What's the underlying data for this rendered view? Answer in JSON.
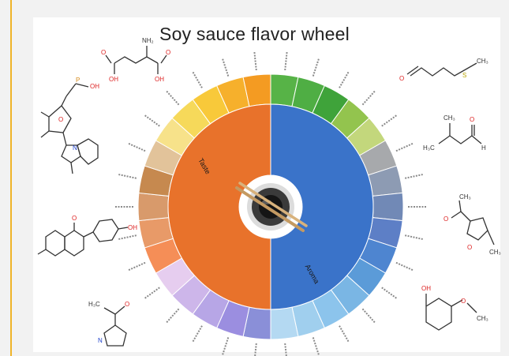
{
  "title": "Soy sauce flavor wheel",
  "wheel": {
    "inner": [
      {
        "label": "Taste",
        "start": 180,
        "end": 360,
        "color": "#e8722b"
      },
      {
        "label": "Aroma",
        "start": 0,
        "end": 180,
        "color": "#3a73c9"
      }
    ],
    "outer": [
      {
        "start": 0,
        "end": 12,
        "color": "#57b347"
      },
      {
        "start": 12,
        "end": 24,
        "color": "#4fae44"
      },
      {
        "start": 24,
        "end": 36,
        "color": "#3fa33a"
      },
      {
        "start": 36,
        "end": 48,
        "color": "#93c44e"
      },
      {
        "start": 48,
        "end": 60,
        "color": "#c3d77c"
      },
      {
        "start": 60,
        "end": 72,
        "color": "#a7a9ac"
      },
      {
        "start": 72,
        "end": 84,
        "color": "#8d9bb3"
      },
      {
        "start": 84,
        "end": 96,
        "color": "#7189b6"
      },
      {
        "start": 96,
        "end": 108,
        "color": "#5d7fc6"
      },
      {
        "start": 108,
        "end": 120,
        "color": "#4e85d0"
      },
      {
        "start": 120,
        "end": 132,
        "color": "#5b9bd8"
      },
      {
        "start": 132,
        "end": 144,
        "color": "#7ab6e4"
      },
      {
        "start": 144,
        "end": 156,
        "color": "#8cc4ec"
      },
      {
        "start": 156,
        "end": 168,
        "color": "#a0cfee"
      },
      {
        "start": 168,
        "end": 180,
        "color": "#b4d9f2"
      },
      {
        "start": 180,
        "end": 192,
        "color": "#8a8fd8"
      },
      {
        "start": 192,
        "end": 204,
        "color": "#9b8ee0"
      },
      {
        "start": 204,
        "end": 216,
        "color": "#b7a6e6"
      },
      {
        "start": 216,
        "end": 228,
        "color": "#cdb6ea"
      },
      {
        "start": 228,
        "end": 240,
        "color": "#e6cdef"
      },
      {
        "start": 240,
        "end": 252,
        "color": "#f58e57"
      },
      {
        "start": 252,
        "end": 264,
        "color": "#e89a68"
      },
      {
        "start": 264,
        "end": 276,
        "color": "#d89a6b"
      },
      {
        "start": 276,
        "end": 288,
        "color": "#c6894f"
      },
      {
        "start": 288,
        "end": 300,
        "color": "#e2c39a"
      },
      {
        "start": 300,
        "end": 312,
        "color": "#f7e28a"
      },
      {
        "start": 312,
        "end": 324,
        "color": "#f6d95a"
      },
      {
        "start": 324,
        "end": 336,
        "color": "#f8c93a"
      },
      {
        "start": 336,
        "end": 348,
        "color": "#f6b02c"
      },
      {
        "start": 348,
        "end": 360,
        "color": "#f49b22"
      }
    ]
  },
  "molecules": {
    "glutamate": {
      "nh2": "NH₂",
      "oh_left": "OH",
      "oh_right": "OH",
      "o_left": "O",
      "o_right": "O"
    },
    "imp": {
      "p": "P",
      "oh": "OH",
      "n": "N",
      "o": "O"
    },
    "isoflavone": {
      "o": "O",
      "oh": "OH"
    },
    "pyrroline": {
      "ch3": "H₃C",
      "o": "O",
      "n": "N"
    },
    "methional": {
      "o": "O",
      "s": "S",
      "ch3": "CH₃"
    },
    "methylbutanal": {
      "ch3_top": "CH₃",
      "ch3_left": "H₃C",
      "o": "O",
      "h": "H"
    },
    "acetylfuran": {
      "ch3_top": "CH₃",
      "ch3_bottom": "CH₃",
      "o_ring": "O",
      "o_keto": "O"
    },
    "guaiacol": {
      "oh": "OH",
      "o": "O",
      "ch3": "CH₃"
    }
  }
}
